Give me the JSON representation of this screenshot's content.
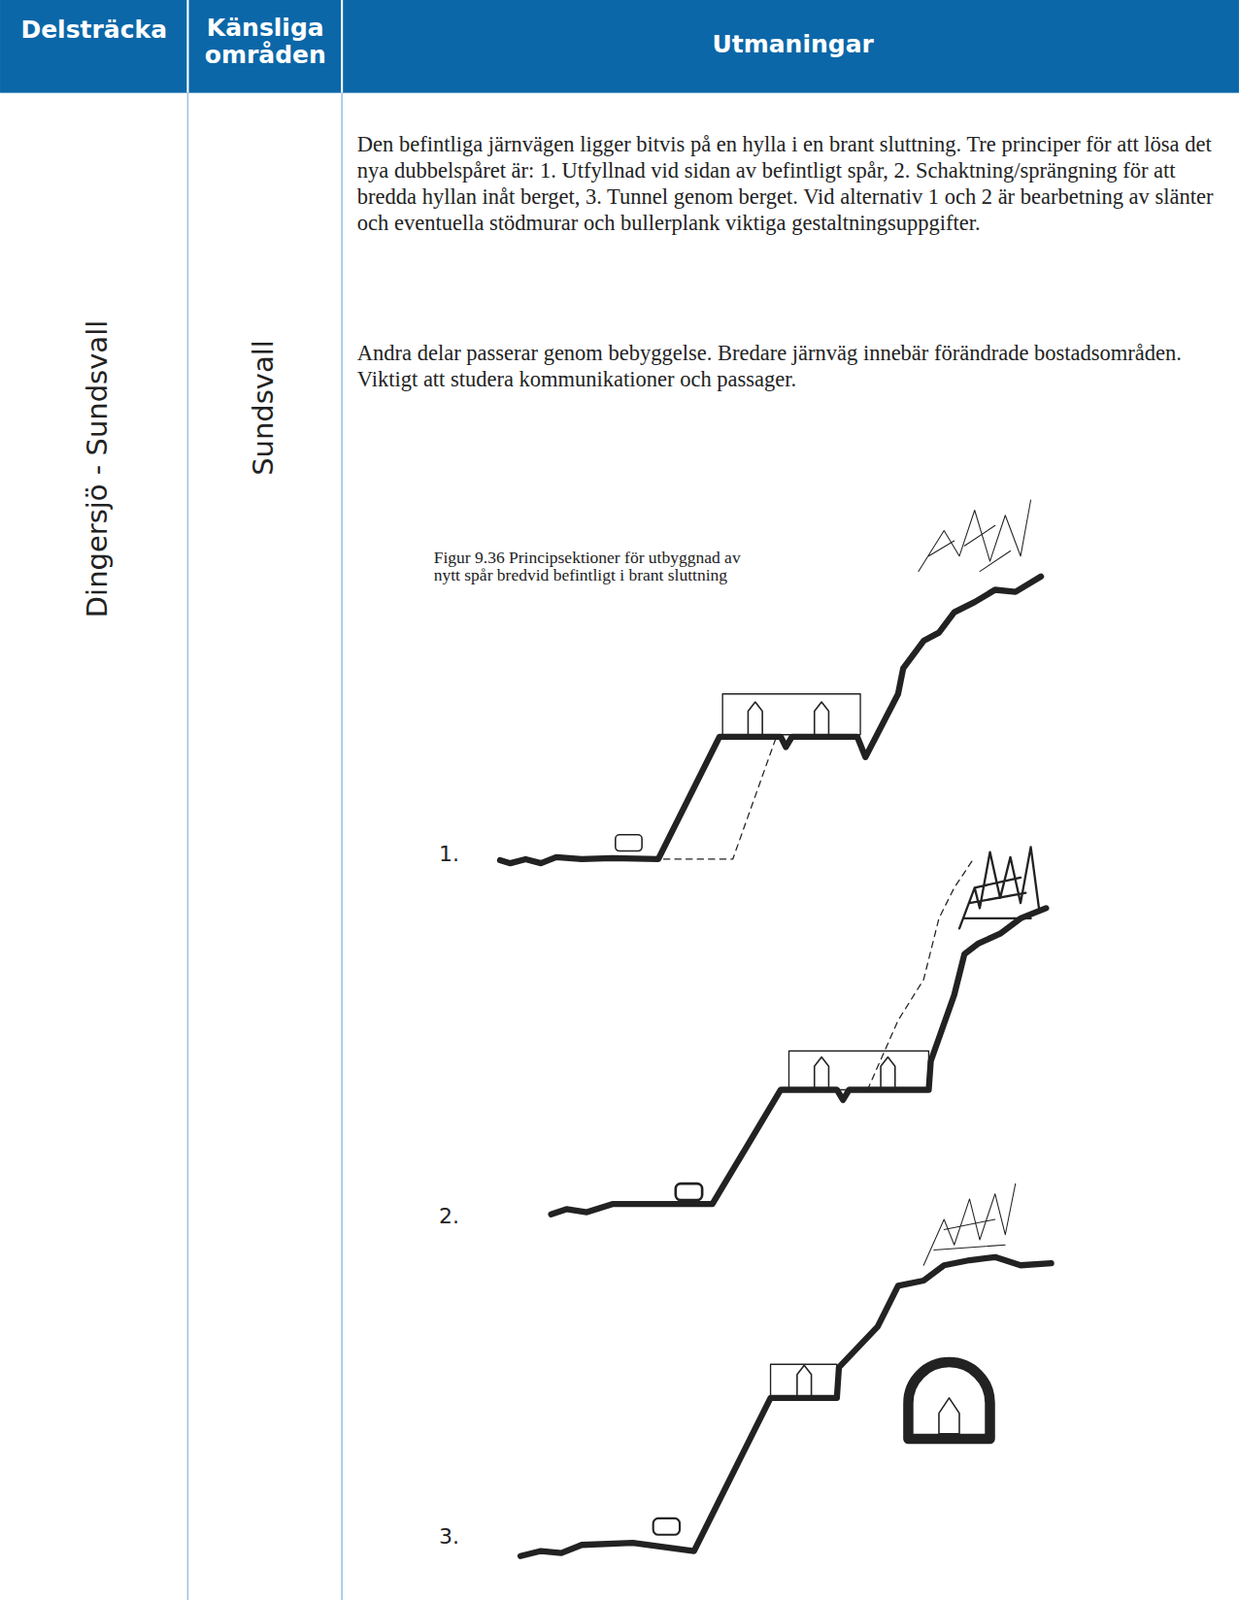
{
  "diagram": {
    "caption": "Figur 9.36 Principsektioner för utbyggnad av nytt spår bredvid befintligt i brant sluttning",
    "labels": [
      "Delsträcka",
      "Känsliga områden",
      "Utmaningar",
      "Dingersjö - Sundsvall",
      "Sundsvall",
      "Den befintliga järnvägen ligger bitvis på en hylla i en brant sluttning. Tre principer för att lösa det nya dubbelspåret är: 1. Utfyllnad vid sidan av befintligt spår, 2. Schaktning/sprängning för att bredda hyllan inåt berget, 3. Tunnel genom berget. Vid alternativ 1 och 2 är bearbetning av slänter och eventuella stödmurar och bullerplank viktiga gestaltningsuppgifter.",
      "Andra delar passerar genom bebyggelse. Bredare järnväg innebär förändrade bostadsområden. Viktigt att studera kommunikationer och passager.",
      "1.",
      "2.",
      "3."
    ]
  }
}
